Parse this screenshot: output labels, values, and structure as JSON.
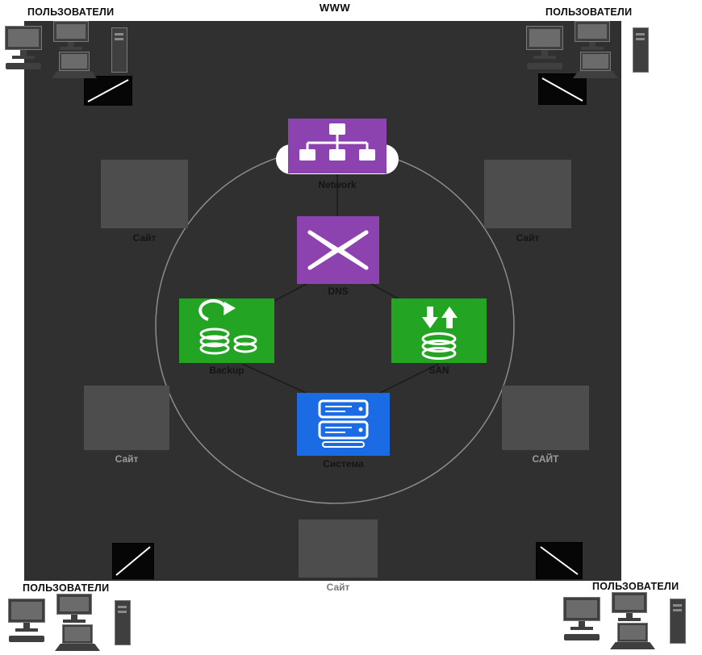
{
  "colors": {
    "canvas": "#ffffff",
    "panel": "#303030",
    "purple": "#8c42af",
    "green": "#23a523",
    "blue": "#1b6ce4",
    "site": "#4d4d4d",
    "black_screen": "#060606",
    "ring": "#8c8c8c",
    "edge": "#1c1c1c",
    "device": "#3f3f3f",
    "device_screen": "#6b6b6b",
    "label_dark": "#141414",
    "label_light": "#9b9b9b"
  },
  "header": {
    "www_label": "WWW"
  },
  "user_groups": [
    {
      "position": "top-left",
      "label": "ПОЛЬЗОВАТЕЛИ"
    },
    {
      "position": "top-right",
      "label": "ПОЛЬЗОВАТЕЛИ"
    },
    {
      "position": "bottom-left",
      "label": "ПОЛЬЗОВАТЕЛИ"
    },
    {
      "position": "bottom-right",
      "label": "ПОЛЬЗОВАТЕЛИ"
    }
  ],
  "diagram": {
    "nodes": [
      {
        "id": "network",
        "label": "Network",
        "color": "purple",
        "icon": "sitemap-icon"
      },
      {
        "id": "dns",
        "label": "DNS",
        "color": "purple",
        "icon": "crossconnect-icon"
      },
      {
        "id": "backup",
        "label": "Backup",
        "color": "green",
        "icon": "database-restore-icon"
      },
      {
        "id": "san",
        "label": "SAN",
        "color": "green",
        "icon": "storage-transfer-icon"
      },
      {
        "id": "system",
        "label": "Система",
        "color": "blue",
        "icon": "server-rack-icon"
      }
    ],
    "edges": [
      [
        "network",
        "dns"
      ],
      [
        "dns",
        "backup"
      ],
      [
        "dns",
        "san"
      ],
      [
        "backup",
        "system"
      ],
      [
        "san",
        "system"
      ]
    ],
    "sites": [
      {
        "position": "top-left",
        "label": "Сайт"
      },
      {
        "position": "top-right",
        "label": "Сайт"
      },
      {
        "position": "bottom-left",
        "label": "Сайт"
      },
      {
        "position": "bottom-right",
        "label": "САЙТ"
      },
      {
        "position": "bottom-center",
        "label": "Сайт"
      }
    ]
  }
}
